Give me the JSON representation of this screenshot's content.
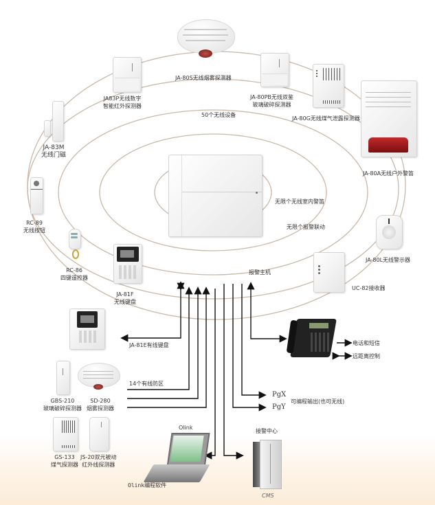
{
  "center": {
    "panel_label": "报警主机",
    "ring_labels": [
      "50个无线设备",
      "无限个无线室内警笛",
      "无限个报警联动"
    ]
  },
  "wireless_devices": [
    {
      "id": "ja80s",
      "label": "JA-80S无线烟雾探测器"
    },
    {
      "id": "ja83p",
      "label_line1": "JA83P无线数字",
      "label_line2": "智能红外探测器"
    },
    {
      "id": "ja80pb",
      "label_line1": "JA-80PB无线双鉴",
      "label_line2": "玻璃破碎探测器"
    },
    {
      "id": "ja80g",
      "label": "JA-80G无线煤气泄露探测器"
    },
    {
      "id": "ja83m",
      "label_line1": "JA-83M",
      "label_line2": "无线门磁"
    },
    {
      "id": "ja80a",
      "label": "JA-80A无线户外警笛"
    },
    {
      "id": "rc89",
      "label_line1": "RC-89",
      "label_line2": "无线按钮"
    },
    {
      "id": "rc86",
      "label_line1": "RC-86",
      "label_line2": "四键遥控器"
    },
    {
      "id": "ja81f",
      "label_line1": "JA-81F",
      "label_line2": "无线键盘"
    },
    {
      "id": "ja80l",
      "label": "JA-80L无线警示器"
    },
    {
      "id": "uc82",
      "label": "UC-82接收器"
    }
  ],
  "wired": {
    "keypad_label": "JA-81E有线键盘",
    "zones_label": "14个有线防区",
    "gbs210": {
      "line1": "GBS-210",
      "line2": "玻璃破碎探测器"
    },
    "sd280": {
      "line1": "SD-280",
      "line2": "烟雾探测器"
    },
    "gs133": {
      "line1": "GS-133",
      "line2": "煤气探测器"
    },
    "js20": {
      "line1": "JS-20双元被动",
      "line2": "红外线探测器"
    }
  },
  "outputs": {
    "phone_sms": "电话和短信",
    "remote_control": "远距离控制",
    "pgx": "PgX",
    "pgy": "PgY",
    "programmable_output": "可编程输出(也可无线)",
    "olink_title": "Olink",
    "olink_software": "Olink编程软件",
    "arc_title": "接警中心",
    "cms": "CMS"
  }
}
